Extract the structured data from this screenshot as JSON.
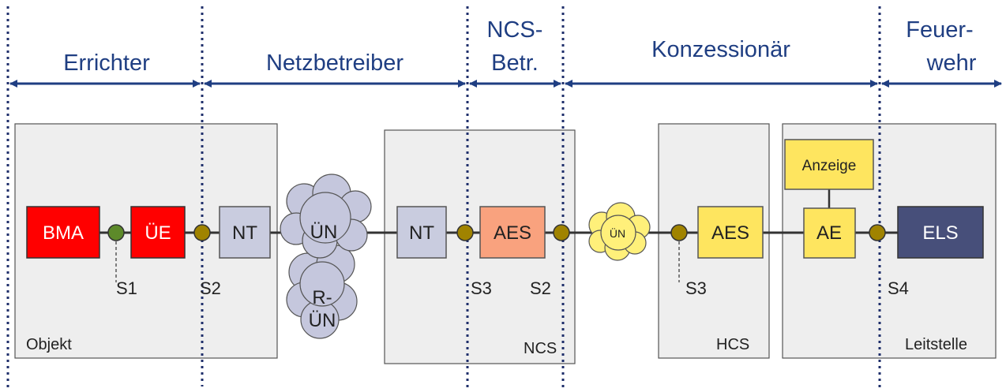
{
  "colors": {
    "header_text": "#1F3E82",
    "arrow": "#1F3E82",
    "divider": "#1F2F6B",
    "container_fill": "#EEEEEE",
    "container_stroke": "#555555",
    "bma_fill": "#FF0000",
    "ue_fill": "#FF0000",
    "nt_fill": "#C9CCDF",
    "aes_ncs_fill": "#F9A27E",
    "yellow_fill": "#FEE55F",
    "els_fill": "#474F7A",
    "olive_dot": "#A08300",
    "green_dot": "#5D8A2A",
    "cloud_gray": "#C5C7DD",
    "cloud_yellow": "#FFF07A"
  },
  "headers": {
    "errichter": "Errichter",
    "netzbetreiber": "Netzbetreiber",
    "ncs_betr_line1": "NCS-",
    "ncs_betr_line2": "Betr.",
    "konzessionaer": "Konzessionär",
    "feuerwehr_line1": "Feuer-",
    "feuerwehr_line2": "wehr"
  },
  "containers": {
    "objekt": "Objekt",
    "ncs": "NCS",
    "hcs": "HCS",
    "leitstelle": "Leitstelle"
  },
  "nodes": {
    "bma": "BMA",
    "ue": "ÜE",
    "nt_1": "NT",
    "un_cloud_1": "ÜN",
    "run_line1": "R-",
    "run_line2": "ÜN",
    "nt_2": "NT",
    "aes_ncs": "AES",
    "un_cloud_2": "ÜN",
    "aes_hcs": "AES",
    "anzeige": "Anzeige",
    "ae": "AE",
    "els": "ELS"
  },
  "interfaces": {
    "s1": "S1",
    "s2_left": "S2",
    "s3_left": "S3",
    "s2_right": "S2",
    "s3_right": "S3",
    "s4": "S4"
  }
}
